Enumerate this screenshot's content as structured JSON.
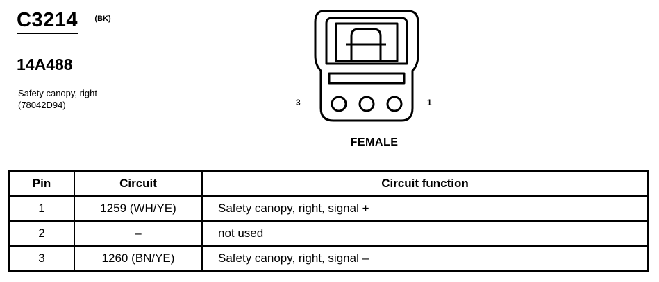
{
  "connector": {
    "id": "C3214",
    "color_code": "(BK)",
    "part_number": "14A488",
    "description_lines": [
      "Safety canopy, right",
      "(78042D94)"
    ]
  },
  "face_view": {
    "pin_left": "3",
    "pin_right": "1",
    "gender": "FEMALE"
  },
  "table": {
    "headers": [
      "Pin",
      "Circuit",
      "Circuit function"
    ],
    "rows": [
      {
        "pin": "1",
        "circuit": "1259 (WH/YE)",
        "function": "Safety canopy, right, signal +"
      },
      {
        "pin": "2",
        "circuit": "–",
        "function": "not used"
      },
      {
        "pin": "3",
        "circuit": "1260 (BN/YE)",
        "function": "Safety canopy, right, signal –"
      }
    ]
  }
}
